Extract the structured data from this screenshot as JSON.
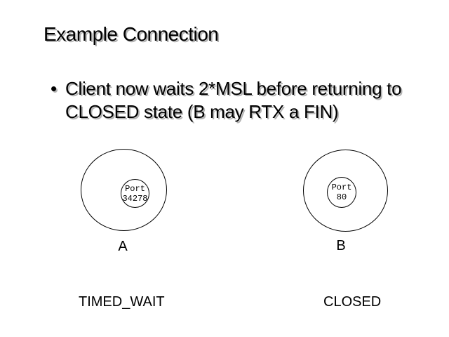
{
  "slide": {
    "title": "Example Connection",
    "bullet": {
      "glyph": "•",
      "text": "Client now waits 2*MSL before returning to CLOSED state (B may RTX a FIN)"
    }
  },
  "diagram": {
    "hosts": [
      {
        "name": "A",
        "port_line1": "Port",
        "port_line2": "34278",
        "state": "TIMED_WAIT"
      },
      {
        "name": "B",
        "port_line1": "Port",
        "port_line2": "80",
        "state": "CLOSED"
      }
    ]
  },
  "colors": {
    "background": "#ffffff",
    "text": "#000000",
    "shadow": "#b3b3b3",
    "circle_stroke": "#000000"
  }
}
